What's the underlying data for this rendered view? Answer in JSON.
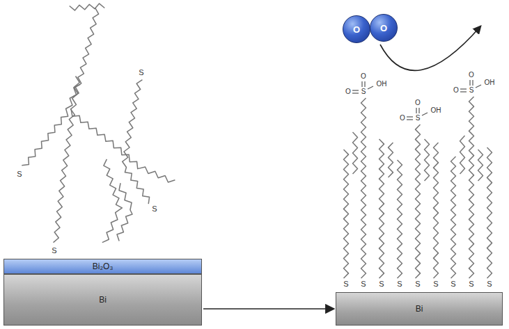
{
  "diagram": {
    "nodes": [
      {
        "text": [
          "Bi₂O₃"
        ]
      },
      {
        "text": [
          "Bi"
        ]
      },
      {
        "text": [
          "O"
        ]
      },
      {
        "text": [
          "O"
        ]
      },
      {
        "text": [
          "Bi"
        ]
      }
    ],
    "edges": [
      {
        "from": 1,
        "to": 4,
        "arrow": "to"
      }
    ],
    "labels": [
      "S",
      "S",
      "S",
      "S",
      "S",
      "S",
      "S",
      "S",
      "S",
      "S",
      "S",
      "S",
      "S",
      "O",
      "O",
      "S",
      "OH",
      "O",
      "O",
      "S",
      "OH",
      "O",
      "O",
      "S",
      "OH"
    ]
  }
}
